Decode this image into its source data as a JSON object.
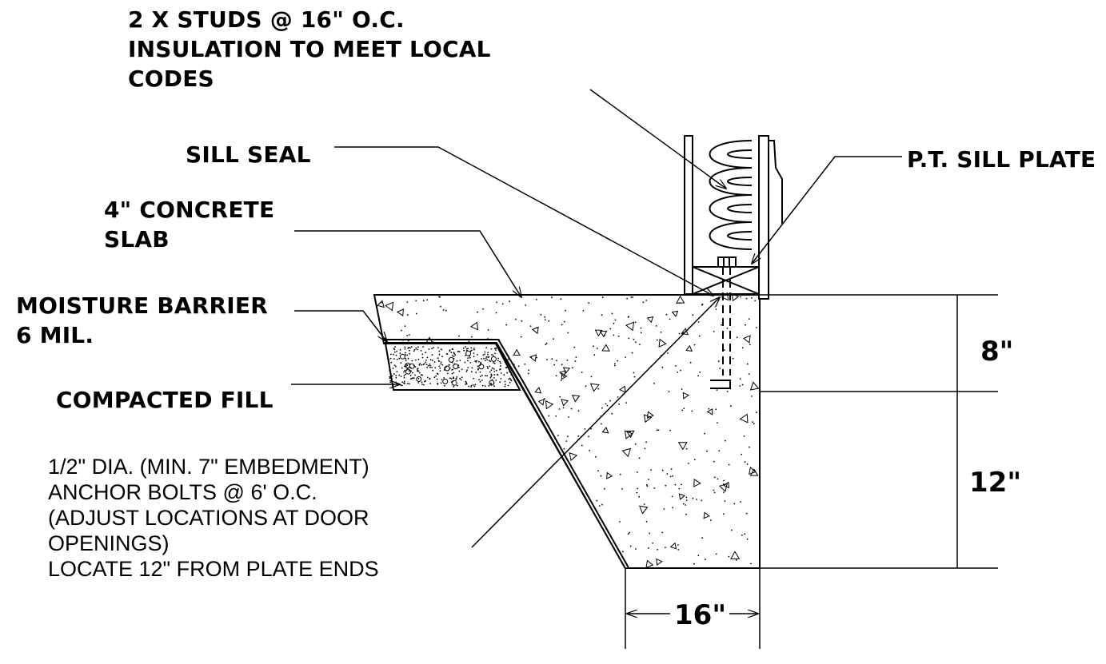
{
  "labels": {
    "studs": "2 X STUDS @ 16\" O.C.\nINSULATION TO MEET LOCAL\nCODES",
    "sill_seal": "SILL SEAL",
    "sill_plate": "P.T. SILL PLATE",
    "concrete_slab": "4\" CONCRETE\nSLAB",
    "moisture_barrier": "MOISTURE BARRIER\n6 MIL.",
    "compacted_fill": "COMPACTED FILL",
    "anchor_bolts": "1/2\" DIA. (MIN. 7\" EMBEDMENT)\nANCHOR BOLTS @ 6' O.C.\n(ADJUST LOCATIONS AT DOOR\nOPENINGS)\nLOCATE 12\" FROM PLATE ENDS"
  },
  "dimensions": {
    "upper_depth": "8\"",
    "lower_depth": "12\"",
    "footing_width": "16\""
  }
}
